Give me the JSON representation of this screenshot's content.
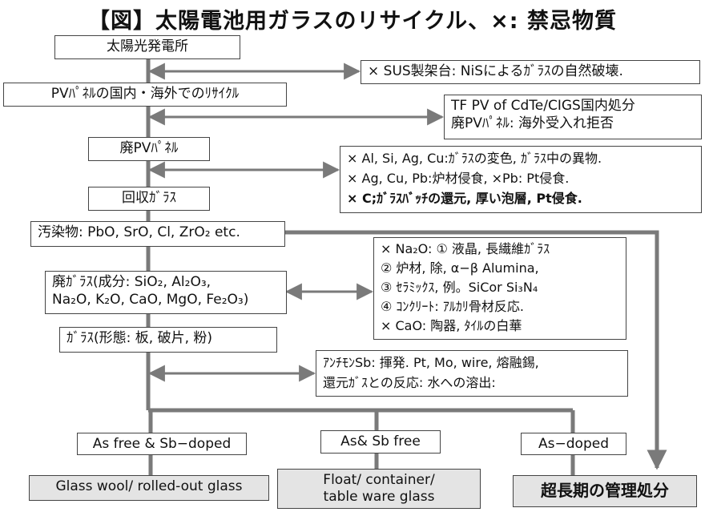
{
  "title": "【図】太陽電池用ガラスのリサイクル、×: 禁忌物質",
  "flow": {
    "solar_plant": "太陽光発電所",
    "pv_recycling": "PVﾊﾟﾈﾙの国内・海外でのﾘｻｲｸﾙ",
    "waste_pv": "廃PVﾊﾟﾈﾙ",
    "recovered_glass": "回収ｶﾞﾗｽ",
    "contaminants": "汚染物: PbO, SrO, Cl, ZrO₂ etc.",
    "waste_glass_l1": "廃ｶﾞﾗｽ(成分: SiO₂, Al₂O₃,",
    "waste_glass_l2": "Na₂O, K₂O, CaO, MgO, Fe₂O₃)",
    "glass_form": "ｶﾞﾗｽ(形態: 板, 破片, 粉)"
  },
  "notes": {
    "sus": "× SUS製架台: NiSによるｶﾞﾗｽの自然破壊.",
    "tf_l1": "TF PV of CdTe/CIGS国内処分",
    "tf_l2": "廃PVﾊﾟﾈﾙ: 海外受入れ拒否",
    "metal_l1": "× Al, Si, Ag, Cu:ｶﾞﾗｽの変色, ｶﾞﾗｽ中の異物.",
    "metal_l2": "× Ag, Cu, Pb:炉材侵食, ×Pb: Pt侵食.",
    "metal_l3": "× C;ｶﾞﾗｽﾊﾞｯﾁの還元, 厚い泡層, Pt侵食.",
    "na_l1": "× Na₂O: ① 液晶, 長繊維ｶﾞﾗｽ",
    "na_l2": "② 炉材, 除, α−β Alumina,",
    "na_l3": "③ ｾﾗﾐｯｸｽ, 例。SiCor Si₃N₄",
    "na_l4": "④ ｺﾝｸﾘｰﾄ: ｱﾙｶﾘ骨材反応.",
    "na_l5": "× CaO: 陶器, ﾀｲﾙの白華",
    "sb_l1": "ｱﾝﾁﾓﾝSb: 揮発. Pt, Mo, wire, 熔融錫,",
    "sb_l2": "還元ｶﾞｽとの反応: 水への溶出:"
  },
  "branches": {
    "as_free_sb_doped": "As free & Sb−doped",
    "as_sb_free": "As& Sb free",
    "as_doped": "As−doped"
  },
  "outputs": {
    "glass_wool": "Glass wool/ rolled-out glass",
    "float_l1": "Float/ container/",
    "float_l2": "table ware glass",
    "long_term": "超長期の管理処分"
  },
  "colors": {
    "main_line": "#7a7a7a",
    "border": "#444444",
    "output_fill": "#e4e4e4"
  }
}
